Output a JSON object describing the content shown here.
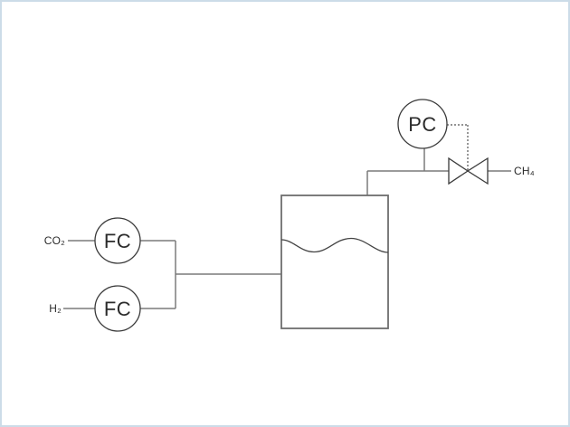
{
  "diagram": {
    "feeds": [
      {
        "label": "CO₂",
        "controller_label": "FC"
      },
      {
        "label": "H₂",
        "controller_label": "FC"
      }
    ],
    "pressure_controller_label": "PC",
    "product_label": "CH₄"
  },
  "colors": {
    "background": "#ffffff",
    "frame_border": "#ccdce8",
    "pipe_line": "#7a7a7a",
    "vessel_stroke": "#6e6e6e",
    "instrument_stroke": "#3a3a3a",
    "signal_dotted": "#555555",
    "text": "#2b2b2b"
  }
}
